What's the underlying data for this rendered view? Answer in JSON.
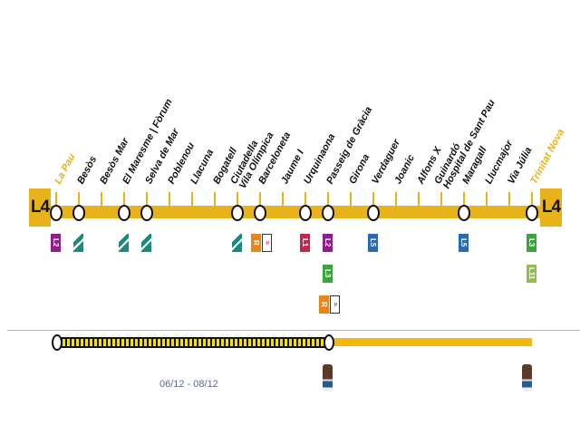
{
  "line": {
    "name": "L4",
    "color": "#e8b21a"
  },
  "stations": [
    {
      "name": [
        "La Pau"
      ],
      "terminal": true,
      "stop": true,
      "transfers": [
        {
          "type": "metro",
          "label": "L2",
          "color": "#8e1f8a"
        }
      ]
    },
    {
      "name": [
        "Besòs"
      ],
      "stop": true,
      "transfers": [
        {
          "type": "tram"
        }
      ]
    },
    {
      "name": [
        "Besòs Mar"
      ],
      "stop": false,
      "transfers": []
    },
    {
      "name": [
        "El Maresme | Fòrum"
      ],
      "stop": true,
      "transfers": [
        {
          "type": "tram"
        }
      ]
    },
    {
      "name": [
        "Selva de Mar"
      ],
      "stop": true,
      "transfers": [
        {
          "type": "tram"
        }
      ]
    },
    {
      "name": [
        "Poblenou"
      ],
      "stop": false,
      "transfers": []
    },
    {
      "name": [
        "Llacuna"
      ],
      "stop": false,
      "transfers": []
    },
    {
      "name": [
        "Bogatell"
      ],
      "stop": false,
      "transfers": []
    },
    {
      "name": [
        "Ciutadella",
        "Vila Olímpica"
      ],
      "stop": true,
      "transfers": [
        {
          "type": "tram"
        }
      ]
    },
    {
      "name": [
        "Barceloneta"
      ],
      "stop": true,
      "transfers": [
        {
          "type": "rail",
          "label": "R",
          "color": "#e8861a"
        },
        {
          "type": "ferry"
        }
      ]
    },
    {
      "name": [
        "Jaume I"
      ],
      "stop": false,
      "transfers": []
    },
    {
      "name": [
        "Urquinaona"
      ],
      "stop": true,
      "transfers": [
        {
          "type": "metro",
          "label": "L1",
          "color": "#c8234a"
        }
      ]
    },
    {
      "name": [
        "Passeig de Gràcia"
      ],
      "stop": true,
      "transfers": [
        {
          "type": "metro",
          "label": "L2",
          "color": "#8e1f8a"
        },
        {
          "type": "metro",
          "label": "L3",
          "color": "#3aa53a"
        },
        {
          "type": "rail",
          "label": "R",
          "color": "#e8861a"
        },
        {
          "type": "ferry"
        }
      ]
    },
    {
      "name": [
        "Girona"
      ],
      "stop": false,
      "transfers": []
    },
    {
      "name": [
        "Verdaguer"
      ],
      "stop": true,
      "transfers": [
        {
          "type": "metro",
          "label": "L5",
          "color": "#2a6ab0"
        }
      ]
    },
    {
      "name": [
        "Joanic"
      ],
      "stop": false,
      "transfers": []
    },
    {
      "name": [
        "Alfons X"
      ],
      "stop": false,
      "transfers": []
    },
    {
      "name": [
        "Guinardó",
        "Hospital de Sant Pau"
      ],
      "stop": false,
      "transfers": []
    },
    {
      "name": [
        "Maragall"
      ],
      "stop": true,
      "transfers": [
        {
          "type": "metro",
          "label": "L5",
          "color": "#2a6ab0"
        }
      ]
    },
    {
      "name": [
        "Llucmajor"
      ],
      "stop": false,
      "transfers": []
    },
    {
      "name": [
        "Via Júlia"
      ],
      "stop": false,
      "transfers": []
    },
    {
      "name": [
        "Trinitat Nova"
      ],
      "terminal": true,
      "stop": true,
      "transfers": [
        {
          "type": "metro",
          "label": "L3",
          "color": "#3aa53a"
        },
        {
          "type": "metro",
          "label": "L11",
          "color": "#8fc04a"
        }
      ]
    }
  ],
  "progress": {
    "from_station": "La Pau",
    "current_station": "Passeig de Gràcia",
    "to_station": "Trinitat Nova"
  },
  "trains_at": [
    "Passeig de Gràcia",
    "Trinitat Nova"
  ],
  "dates": "06/12 - 08/12"
}
